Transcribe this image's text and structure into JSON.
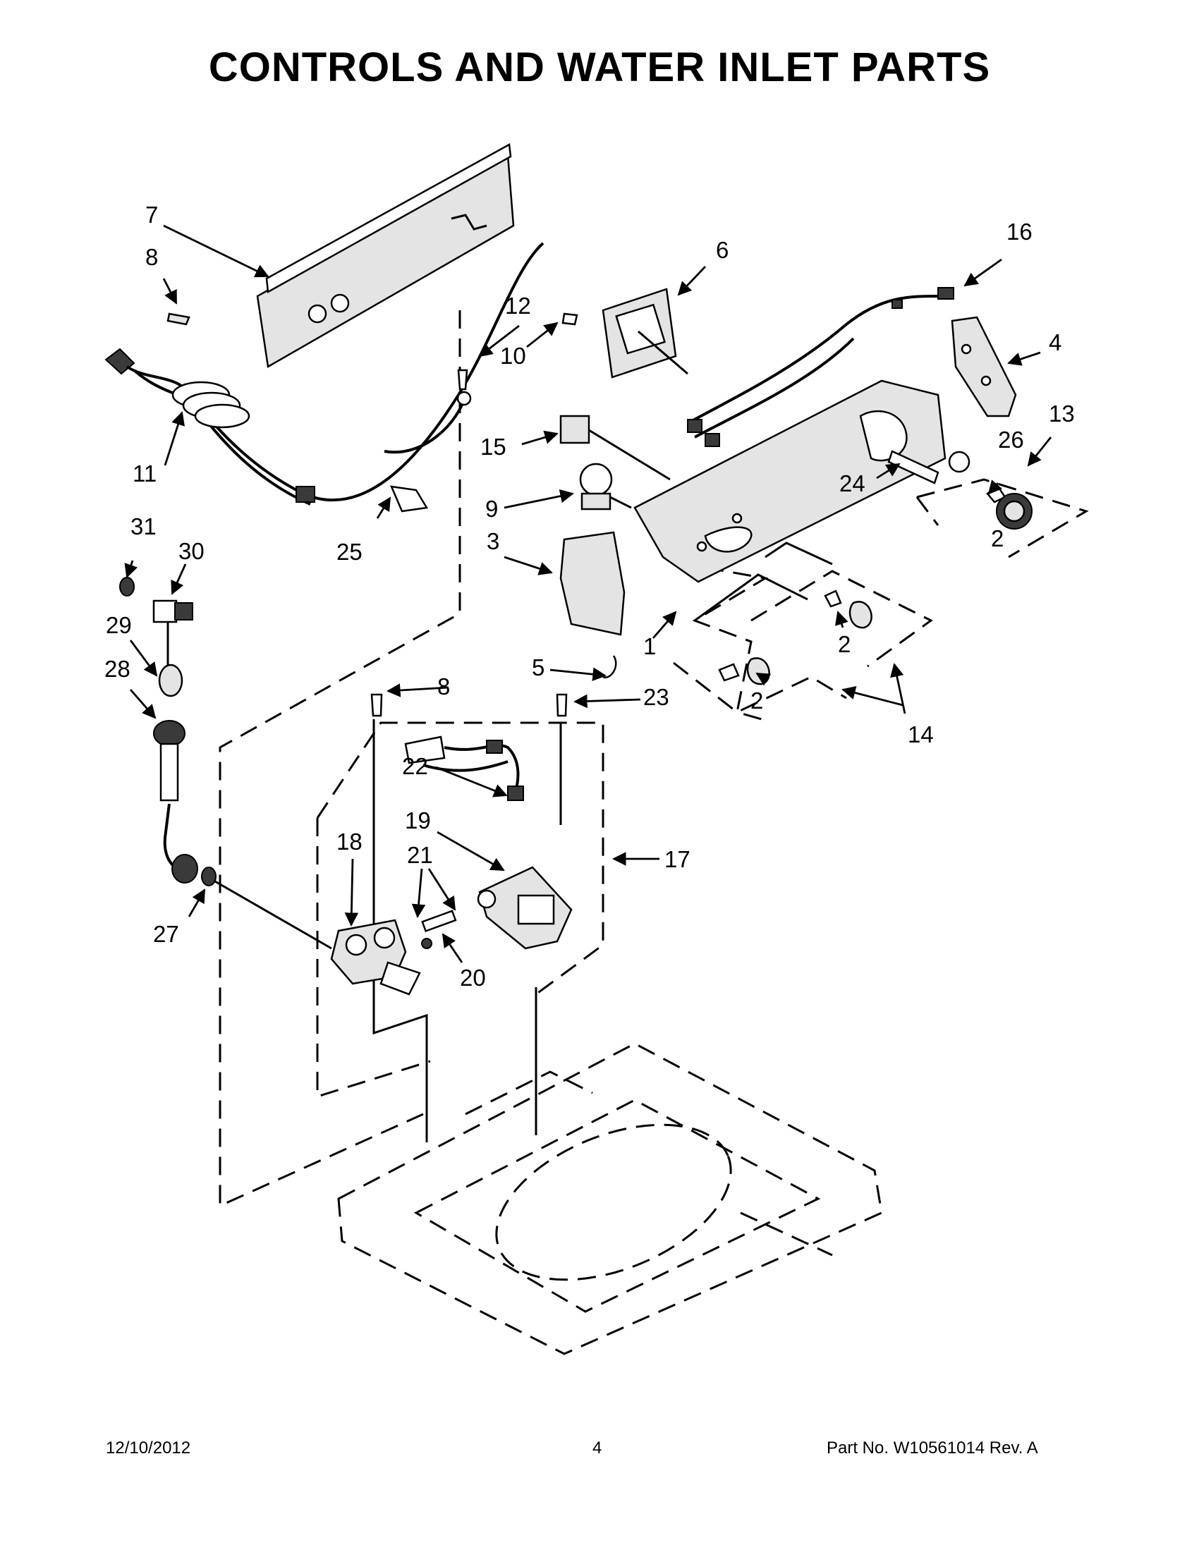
{
  "page": {
    "title": "CONTROLS AND WATER INLET PARTS",
    "date": "12/10/2012",
    "page_number": "4",
    "part_number": "Part No.  W10561014  Rev.  A"
  },
  "callouts": [
    "7",
    "8",
    "12",
    "6",
    "16",
    "10",
    "4",
    "11",
    "15",
    "13",
    "26",
    "24",
    "9",
    "2",
    "3",
    "25",
    "31",
    "30",
    "29",
    "28",
    "1",
    "5",
    "8",
    "23",
    "14",
    "22",
    "19",
    "17",
    "18",
    "21",
    "27",
    "20"
  ],
  "icons": [
    "console-panel",
    "control-knob",
    "water-valve",
    "inlet-hose",
    "wire-harness",
    "screw",
    "dispenser",
    "top-cover"
  ]
}
